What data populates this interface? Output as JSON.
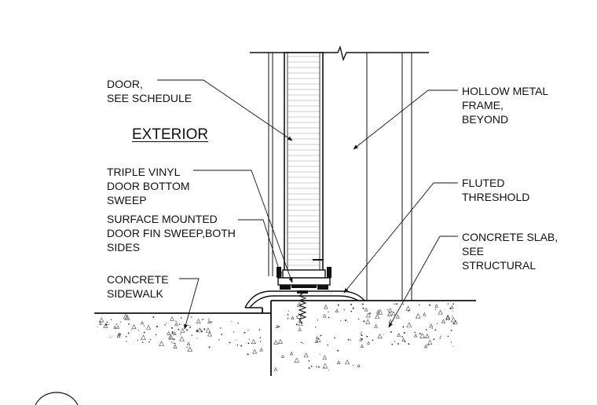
{
  "title": "EXTERIOR",
  "callouts": {
    "door": [
      "DOOR,",
      "SEE SCHEDULE"
    ],
    "frame": [
      "HOLLOW METAL",
      "FRAME,",
      "BEYOND"
    ],
    "sweep": [
      "TRIPLE VINYL",
      "DOOR BOTTOM",
      "SWEEP"
    ],
    "fin_sweep": [
      "SURFACE MOUNTED",
      "DOOR FIN SWEEP,BOTH",
      "SIDES"
    ],
    "threshold": [
      "FLUTED",
      "THRESHOLD"
    ],
    "slab": [
      "CONCRETE SLAB,",
      "SEE",
      "STRUCTURAL"
    ],
    "sidewalk": [
      "CONCRETE",
      "SIDEWALK"
    ]
  },
  "colors": {
    "ink": "#111111",
    "paper": "#ffffff",
    "door_stripe": "#bbbbbb"
  }
}
